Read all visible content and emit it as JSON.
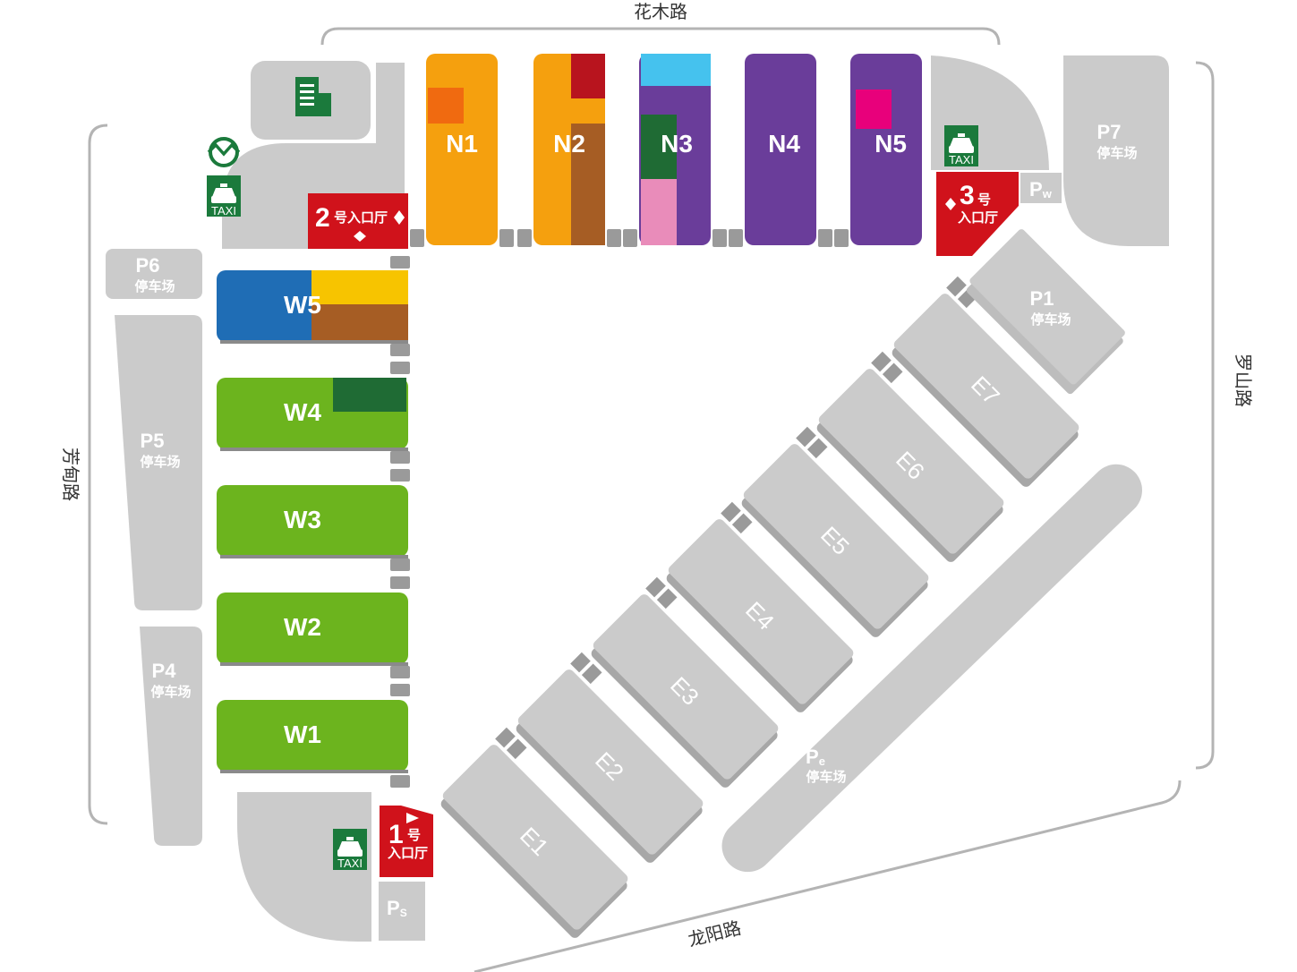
{
  "roads": {
    "north": "花木路",
    "east": "罗山路",
    "west": "芳甸路",
    "south": "龙阳路"
  },
  "halls": {
    "north": [
      "N1",
      "N2",
      "N3",
      "N4",
      "N5"
    ],
    "west": [
      "W5",
      "W4",
      "W3",
      "W2",
      "W1"
    ],
    "east": [
      "E1",
      "E2",
      "E3",
      "E4",
      "E5",
      "E6",
      "E7"
    ]
  },
  "parking": {
    "p1": {
      "code": "P1",
      "label": "停车场"
    },
    "p4": {
      "code": "P4",
      "label": "停车场"
    },
    "p5": {
      "code": "P5",
      "label": "停车场"
    },
    "p6": {
      "code": "P6",
      "label": "停车场"
    },
    "p7": {
      "code": "P7",
      "label": "停车场"
    },
    "pe": {
      "code": "P",
      "sub": "e",
      "label": "停车场"
    },
    "pw": {
      "code": "P",
      "sub": "w"
    },
    "ps": {
      "code": "P",
      "sub": "S"
    }
  },
  "entrances": {
    "e1": {
      "num": "1",
      "hao": "号",
      "label": "入口厅"
    },
    "e2": {
      "num": "2",
      "label": "号入口厅"
    },
    "e3": {
      "num": "3",
      "hao": "号",
      "label": "入口厅"
    }
  },
  "taxi_label": "TAXI",
  "icons": [
    "metro-icon",
    "building-icon",
    "taxi-icon"
  ],
  "colors": {
    "gray": "#cbcbcb",
    "green": "#6cb41e",
    "dark_green": "#1f6b34",
    "orange": "#f5a00e",
    "purple": "#6a3d9a",
    "red_entrance": "#d0121b",
    "blue": "#1f6db5",
    "yellow": "#f7c400",
    "brown": "#a65d24",
    "cyan": "#45c2ee",
    "pink": "#e98cba",
    "magenta": "#e8007b",
    "dark_red": "#b8141e",
    "orange_red": "#f06a10",
    "taxi_green": "#1b7a3c"
  }
}
